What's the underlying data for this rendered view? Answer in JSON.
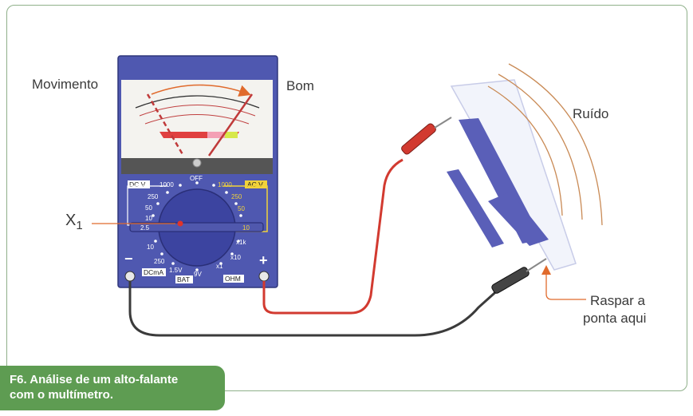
{
  "figure": {
    "caption_line1": "F6. Análise de um alto-falante",
    "caption_line2": "com o multímetro."
  },
  "labels": {
    "movimento": "Movimento",
    "bom": "Bom",
    "ruido": "Ruído",
    "x1": "X",
    "x1_sub": "1",
    "raspar_line1": "Raspar a",
    "raspar_line2": "ponta aqui"
  },
  "multimeter": {
    "off": "OFF",
    "dcv_label": "DC V",
    "acv_label": "AC V",
    "dcma_label": "DCmA",
    "bat_label": "BAT",
    "ohm_label": "OHM",
    "minus": "−",
    "plus": "+",
    "dcv_scales": [
      "1000",
      "250",
      "50",
      "10",
      "2.5"
    ],
    "acv_scales": [
      "1000",
      "250",
      "50",
      "10"
    ],
    "dcma_scales": [
      "10",
      "250"
    ],
    "bat_scales": [
      "1.5V",
      "9V"
    ],
    "ohm_scales": [
      "x1k",
      "x10",
      "x1"
    ]
  },
  "colors": {
    "multimeter_body": "#4f58b0",
    "meter_face": "#f4f3ef",
    "knob": "#5058ad",
    "red_probe": "#d23a30",
    "black_lead": "#3b3b3b",
    "caption_bg": "#5e9c52",
    "frame": "#8fb08a",
    "speaker": "#5a5fb8",
    "waves": "#c98a55"
  }
}
